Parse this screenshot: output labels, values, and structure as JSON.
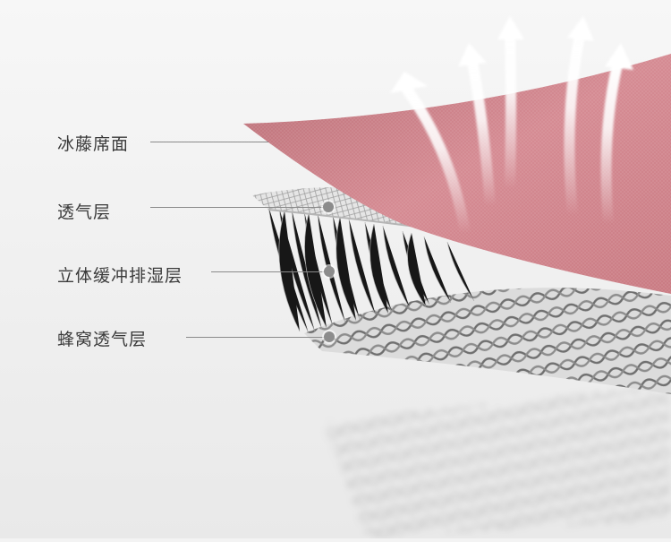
{
  "layers": [
    {
      "label": "冰藤席面"
    },
    {
      "label": "透气层"
    },
    {
      "label": "立体缓冲排湿层"
    },
    {
      "label": "蜂窝透气层"
    }
  ],
  "icons": [
    "airflow-arrow-icon"
  ],
  "colors": {
    "mat_surface": "#c97a82",
    "mesh": "#7d7d7d",
    "background": "#f3f3f3",
    "arrow": "#ffffff"
  }
}
